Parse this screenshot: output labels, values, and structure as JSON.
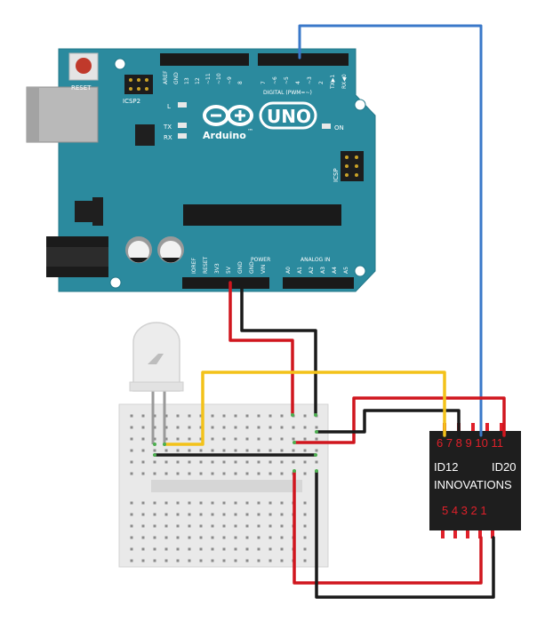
{
  "arduino": {
    "reset_label": "RESET",
    "icsp2_label": "ICSP2",
    "icsp_label": "ICSP",
    "brand_text": "Arduino",
    "brand_tm": "™",
    "model": "UNO",
    "led_l": "L",
    "led_tx": "TX",
    "led_rx": "RX",
    "on_label": "ON",
    "digital_label": "DIGITAL (PWM=~)",
    "power_label": "POWER",
    "analog_label": "ANALOG IN",
    "top_header_pins": [
      "AREF",
      "GND",
      "13",
      "12",
      "~11",
      "~10",
      "~9",
      "8"
    ],
    "digital_pins": [
      "7",
      "~6",
      "~5",
      "4",
      "~3",
      "2",
      "TX▶1",
      "RX◀0"
    ],
    "power_pins": [
      "IOREF",
      "RESET",
      "3V3",
      "5V",
      "GND",
      "GND",
      "VIN"
    ],
    "analog_pins": [
      "A0",
      "A1",
      "A2",
      "A3",
      "A4",
      "A5"
    ]
  },
  "rfid": {
    "top_pins": "6 7 8 9 10 11",
    "model_left": "ID12",
    "model_right": "ID20",
    "maker": "INNOVATIONS",
    "bottom_pins": "5 4 3 2 1"
  },
  "colors": {
    "board": "#2b8a9e",
    "board_dark": "#1f6f80",
    "wire_blue": "#3a78c9",
    "wire_red": "#d0161e",
    "wire_black": "#1a1a1a",
    "wire_yellow": "#f3c21a",
    "module": "#1e1e1e",
    "pin_red": "#e0202a"
  }
}
